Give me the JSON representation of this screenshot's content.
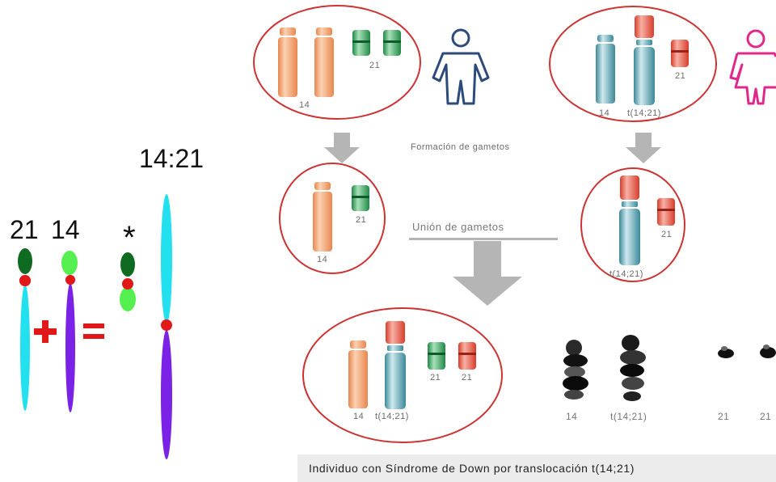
{
  "left_diagram": {
    "label_21": "21",
    "label_14": "14",
    "label_result": "14:21",
    "plus_symbol": "+",
    "equals_symbol": "=",
    "asterisk": "*"
  },
  "right_diagram": {
    "formation_label": "Formación de gametos",
    "union_label": "Unión de gametos",
    "father_labels": {
      "chr14": "14",
      "chr21": "21"
    },
    "mother_labels": {
      "chr14": "14",
      "translocation": "t(14;21)",
      "chr21": "21"
    },
    "father_gamete_labels": {
      "chr14": "14",
      "chr21": "21"
    },
    "mother_gamete_labels": {
      "translocation": "t(14;21)",
      "chr21": "21"
    },
    "offspring_labels": {
      "chr14": "14",
      "translocation": "t(14;21)",
      "chr21_a": "21",
      "chr21_b": "21"
    },
    "karyotype_labels": [
      "14",
      "t(14;21)",
      "21",
      "21"
    ],
    "caption": "Individuo con Síndrome de Down por translocación t(14;21)"
  },
  "colors": {
    "chr14": "#f0a070",
    "chr21_green": "#3aa05a",
    "chr21_red": "#e05a45",
    "translocation": "#5aa8b8",
    "circle": "#cc3333",
    "arrow": "#b5b5b5",
    "male_icon": "#2c4a7a",
    "female_icon": "#e0288a"
  }
}
